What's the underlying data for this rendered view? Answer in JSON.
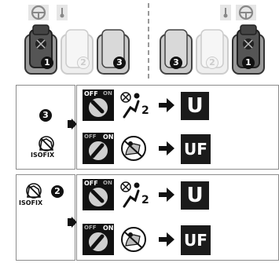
{
  "diagram": {
    "seat_positions": [
      "1",
      "2",
      "3"
    ],
    "switch_labels": {
      "off": "OFF",
      "on": "ON"
    },
    "rows": [
      {
        "seat": "3",
        "isofix_label": "ISOFIX",
        "options": [
          {
            "switch_state": "OFF",
            "passengers_suffix": "2",
            "result": "U"
          },
          {
            "switch_state": "ON",
            "result": "UF"
          }
        ]
      },
      {
        "seat": "2",
        "isofix_label": "ISOFIX",
        "options": [
          {
            "switch_state": "OFF",
            "passengers_suffix": "2",
            "result": "U"
          },
          {
            "switch_state": "ON",
            "result": "UF"
          }
        ]
      }
    ]
  }
}
